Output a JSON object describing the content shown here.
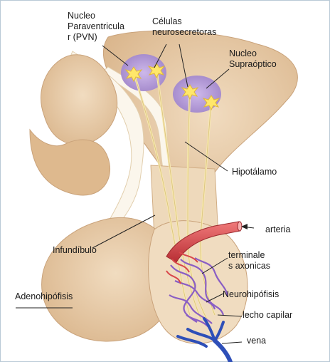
{
  "labels": {
    "pvn": "Nucleo\nParaventricula\nr (PVN)",
    "neurosecretory": "Células\nneurosecretoras",
    "supraoptic": "Nucleo\nSupraóptico",
    "hypothalamus": "Hipotálamo",
    "artery": "arteria",
    "infundibulum": "Infundíbulo",
    "axon_terminals": "terminale\ns axonicas",
    "adenohypophysis": "Adenohipófisis",
    "neurohypophysis": "Neurohipófisis",
    "capillary_bed": "lecho capilar",
    "vein": "vena"
  },
  "colors": {
    "tissue": "#e9d2b2",
    "tissue_shadow": "#d6b48c",
    "third_ventricle": "#fbf6ec",
    "nucleus": "#b79ed6",
    "neuron": "#ffe76a",
    "axon": "#f6e7b0",
    "artery": "#d9464a",
    "capillary": "#8a5ec4",
    "vein": "#2e4fb8",
    "frame": "#b9c9d6"
  }
}
